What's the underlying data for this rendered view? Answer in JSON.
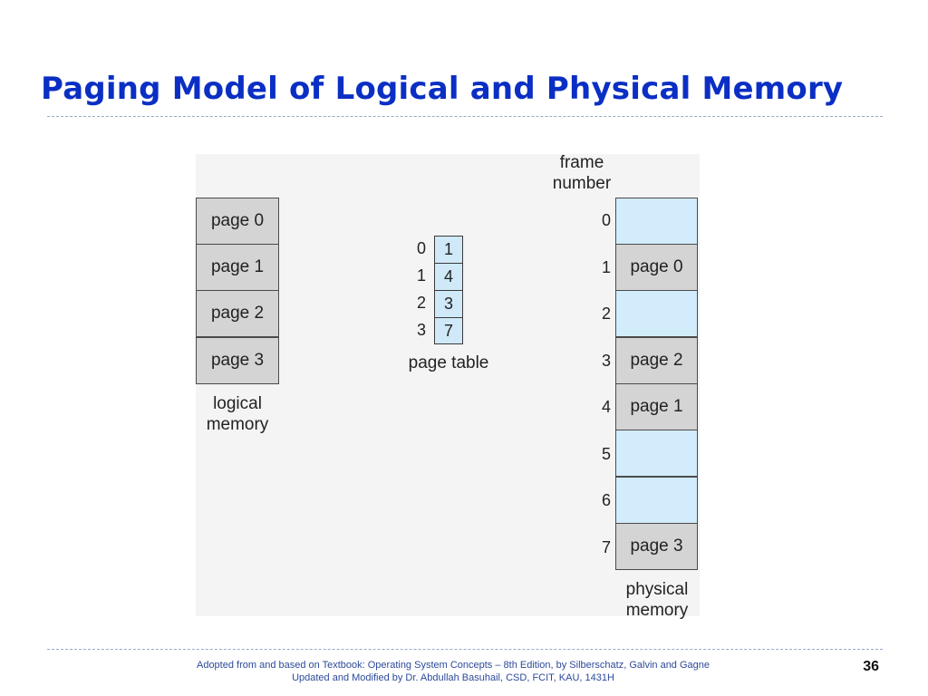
{
  "title": "Paging Model of Logical and Physical Memory",
  "logical_memory": {
    "pages": [
      "page 0",
      "page 1",
      "page 2",
      "page 3"
    ],
    "caption_line1": "logical",
    "caption_line2": "memory"
  },
  "page_table": {
    "indices": [
      "0",
      "1",
      "2",
      "3"
    ],
    "frames": [
      "1",
      "4",
      "3",
      "7"
    ],
    "caption": "page table"
  },
  "physical_memory": {
    "header_line1": "frame",
    "header_line2": "number",
    "frame_numbers": [
      "0",
      "1",
      "2",
      "3",
      "4",
      "5",
      "6",
      "7"
    ],
    "frames": [
      "",
      "page 0",
      "",
      "page 2",
      "page 1",
      "",
      "",
      "page 3"
    ],
    "caption_line1": "physical",
    "caption_line2": "memory"
  },
  "colors": {
    "title": "#0b2fc4",
    "occupied_frame": "#d4d4d4",
    "free_frame": "#d2ecfb",
    "page_table_cell": "#cfe9f8"
  },
  "footer": {
    "line1": "Adopted from and based on Textbook: Operating System Concepts – 8th Edition, by Silberschatz, Galvin and Gagne",
    "line2": "Updated and Modified by Dr. Abdullah Basuhail, CSD, FCIT, KAU, 1431H"
  },
  "page_number": "36"
}
